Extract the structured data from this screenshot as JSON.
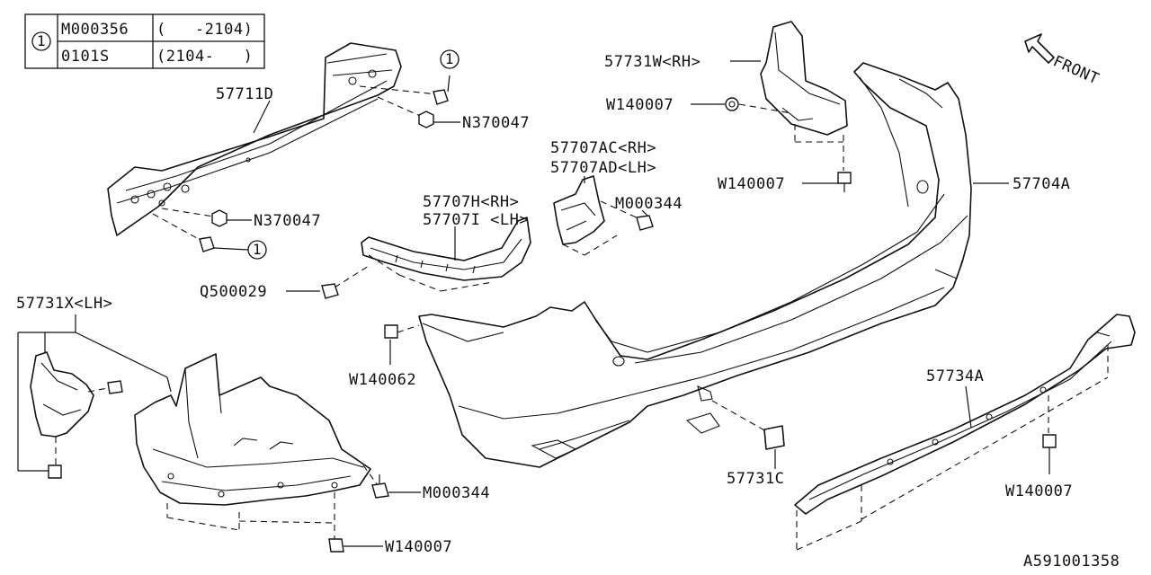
{
  "supersession_table": {
    "ref_no": "1",
    "rows": [
      {
        "part": "M000356",
        "range": "(   -2104)"
      },
      {
        "part": "0101S",
        "range": "(2104-   )"
      }
    ]
  },
  "front_label": "FRONT",
  "callouts": {
    "bumper_beam": "57711D",
    "ref_top": "1",
    "ref_bottom": "1",
    "nut_top": "N370047",
    "nut_bottom": "N370047",
    "bracket_rh_upper": "57731W<RH>",
    "clip_rh_upper": "W140007",
    "clip_rh_lower": "W140007",
    "bumper_face": "57704A",
    "side_bracket_rh": "57707AC<RH>",
    "side_bracket_lh": "57707AD<LH>",
    "side_bracket_screw": "M000344",
    "side_rail_rh": "57707H<RH>",
    "side_rail_lh": "57707I <LH>",
    "rail_screw": "Q500029",
    "undercover_lh": "57731X<LH>",
    "face_clip": "W140062",
    "undercover_screw": "M000344",
    "undercover_clip": "W140007",
    "tow_cover": "57731C",
    "skirt": "57734A",
    "skirt_clip": "W140007"
  },
  "diagram_id": "A591001358"
}
